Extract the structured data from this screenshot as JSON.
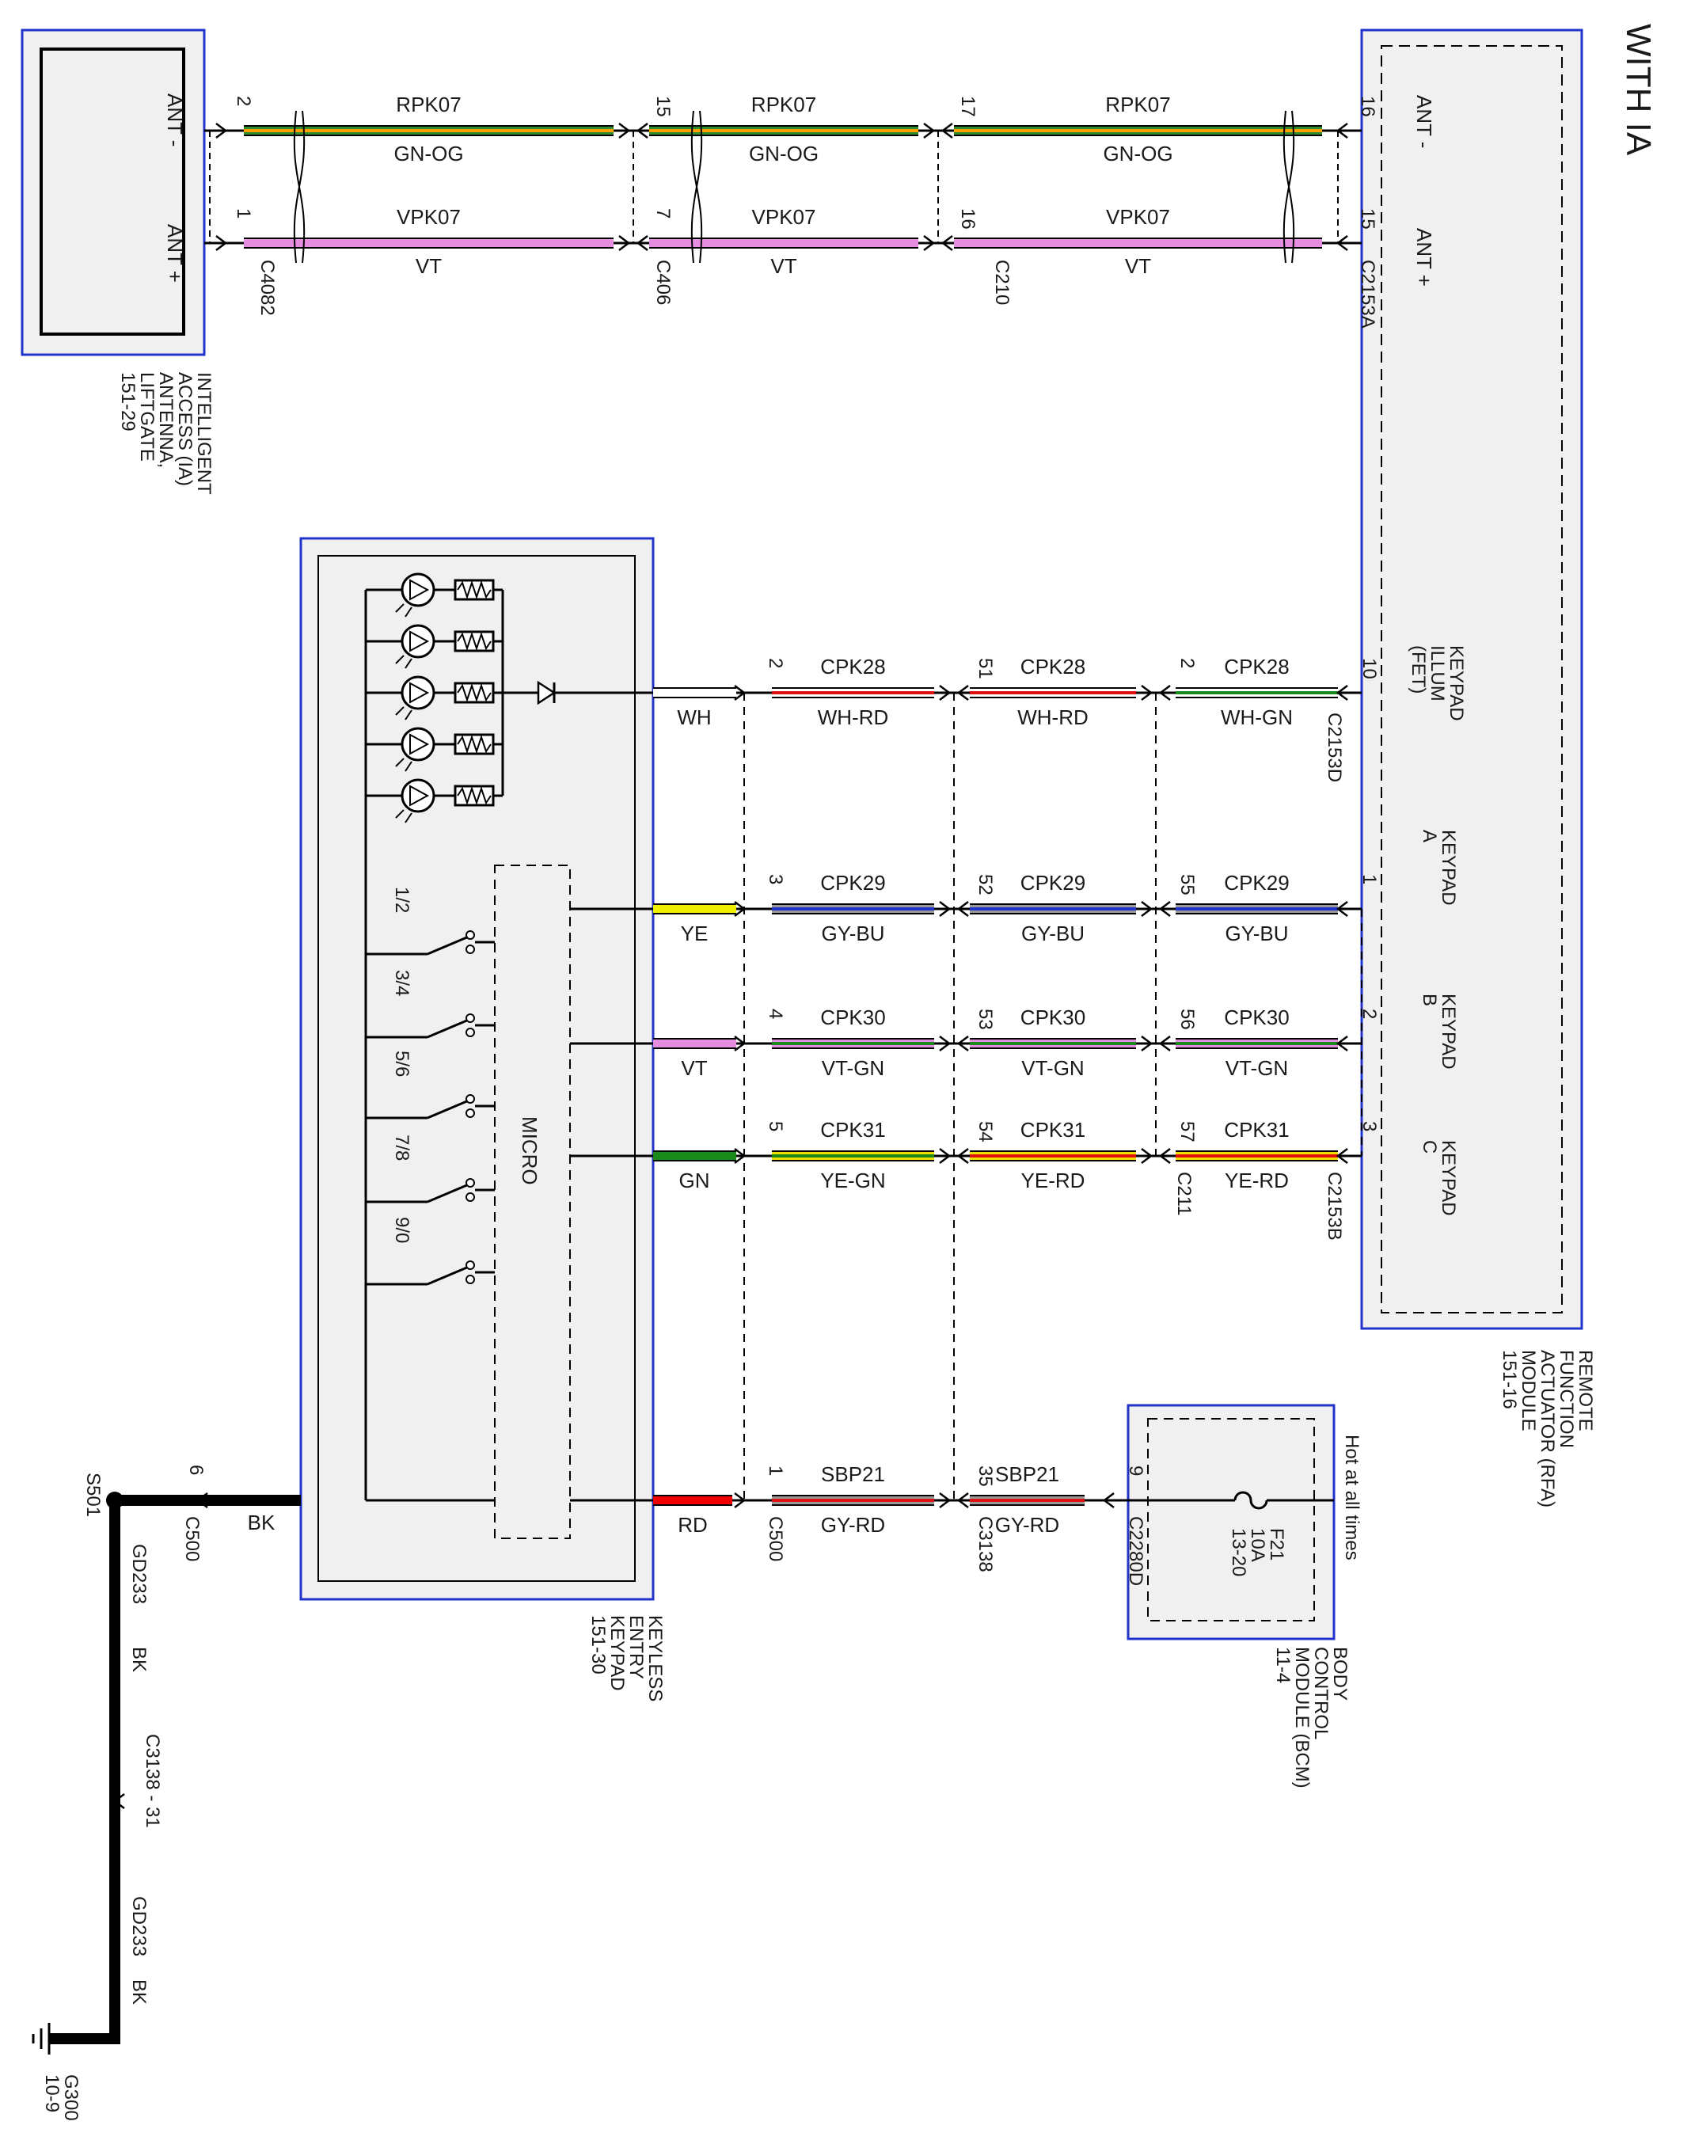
{
  "title": "WITH IA",
  "colors": {
    "module_border": "#2233cc",
    "module_fill": "#f0f0f0",
    "GN-OG": [
      "#2e8b2e",
      "#ffa000"
    ],
    "VT": [
      "#e58ee0"
    ],
    "WH-RD": [
      "#ffffff",
      "#e01010"
    ],
    "WH-GN": [
      "#ffffff",
      "#1a8a1a"
    ],
    "WH": [
      "#ffffff"
    ],
    "GY-BU": [
      "#999999",
      "#2233cc"
    ],
    "VT-GN": [
      "#e58ee0",
      "#1a8a1a"
    ],
    "YE-GN": [
      "#f0e000",
      "#1a8a1a"
    ],
    "YE-RD": [
      "#f0e000",
      "#e01010"
    ],
    "GY-RD": [
      "#999999",
      "#e01010"
    ],
    "YE": [
      "#f0f000"
    ],
    "GN": [
      "#1a8a1a"
    ],
    "RD": [
      "#f00000"
    ],
    "BK": [
      "#000000"
    ]
  },
  "modules": {
    "ia_antenna": {
      "name": "INTELLIGENT ACCESS (IA) ANTENNA, LIFTGATE",
      "ref": "151-29",
      "pin_ant_minus": "ANT -",
      "pin_ant_plus": "ANT +"
    },
    "rfa": {
      "name": "REMOTE FUNCTION ACTUATOR (RFA) MODULE",
      "ref": "151-16",
      "pins": [
        "ANT -",
        "ANT +",
        "KEYPAD ILLUM (FET)",
        "KEYPAD A",
        "KEYPAD B",
        "KEYPAD C"
      ]
    },
    "keypad": {
      "name": "KEYLESS ENTRY KEYPAD",
      "ref": "151-30",
      "micro": "MICRO",
      "switches": [
        "1/2",
        "3/4",
        "5/6",
        "7/8",
        "9/0"
      ],
      "wires": [
        "WH",
        "YE",
        "VT",
        "GN",
        "RD",
        "BK"
      ]
    },
    "bcm": {
      "name": "BODY CONTROL MODULE (BCM)",
      "ref": "11-4",
      "hot": "Hot at all times",
      "fuse": "F21",
      "fuse_rating": "10A",
      "fuse_ref": "13-20"
    }
  },
  "connectors": {
    "c4082": "C4082",
    "c406": "C406",
    "c210": "C210",
    "c2153a": "C2153A",
    "c2153d": "C2153D",
    "c211": "C211",
    "c2153b": "C2153B",
    "c500": "C500",
    "c3138": "C3138",
    "c2280d": "C2280D"
  },
  "antenna_circuits": [
    {
      "circuit": "RPK07",
      "color": "GN-OG",
      "pins": [
        "2",
        "15",
        "17",
        "16"
      ]
    },
    {
      "circuit": "VPK07",
      "color": "VT",
      "pins": [
        "1",
        "7",
        "16",
        "15"
      ]
    }
  ],
  "keypad_circuits": [
    {
      "circuit": "CPK28",
      "keypad_wire": "WH",
      "colors": [
        "WH-RD",
        "WH-RD",
        "WH-GN"
      ],
      "pins": [
        "2",
        "51",
        "2",
        "10"
      ]
    },
    {
      "circuit": "CPK29",
      "keypad_wire": "YE",
      "colors": [
        "GY-BU",
        "GY-BU",
        "GY-BU"
      ],
      "pins": [
        "3",
        "52",
        "55",
        "1"
      ]
    },
    {
      "circuit": "CPK30",
      "keypad_wire": "VT",
      "colors": [
        "VT-GN",
        "VT-GN",
        "VT-GN"
      ],
      "pins": [
        "4",
        "53",
        "56",
        "2"
      ]
    },
    {
      "circuit": "CPK31",
      "keypad_wire": "GN",
      "colors": [
        "YE-GN",
        "YE-RD",
        "YE-RD"
      ],
      "pins": [
        "5",
        "54",
        "57",
        "3"
      ]
    }
  ],
  "power_circuit": {
    "circuit": "SBP21",
    "color": "GY-RD",
    "keypad_wire": "RD",
    "pins": [
      "1",
      "35",
      "9"
    ]
  },
  "ground": {
    "pin": "6",
    "wire": "BK",
    "splice": "S501",
    "circuit": "GD233",
    "color": "BK",
    "inline": "C3138 - 31",
    "ground_point": "G300",
    "ground_ref": "10-9"
  }
}
